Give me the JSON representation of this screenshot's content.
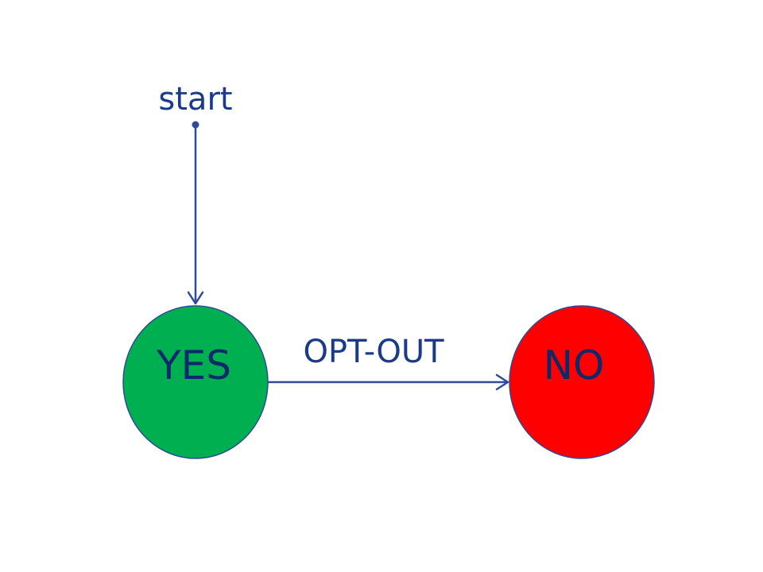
{
  "colors": {
    "line": "#2e4a9a",
    "label_text": "#1a3a8a",
    "node_text": "#0b2a6a",
    "yes_fill": "#00b050",
    "no_fill": "#ff0000"
  },
  "start_label": "start",
  "states": [
    {
      "id": "yes",
      "label": "YES"
    },
    {
      "id": "no",
      "label": "NO"
    }
  ],
  "transitions": [
    {
      "from": "start",
      "to": "yes",
      "label": ""
    },
    {
      "from": "yes",
      "to": "no",
      "label": "OPT-OUT"
    }
  ]
}
